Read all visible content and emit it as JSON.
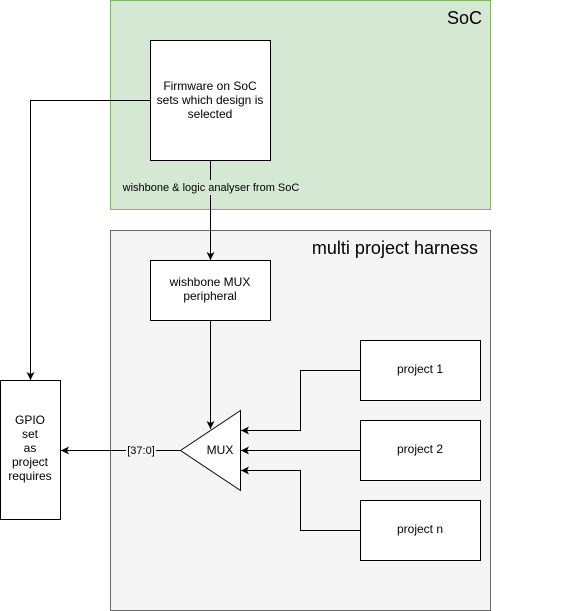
{
  "soc": {
    "title": "SoC",
    "fill": "#d5e8d4",
    "stroke": "#82b366"
  },
  "harness": {
    "title": "multi project harness",
    "fill": "#f5f5f5",
    "stroke": "#666666"
  },
  "firmware": {
    "lines": [
      "Firmware on SoC",
      "sets which design is",
      "selected"
    ]
  },
  "wishbone_label": "wishbone & logic analyser from SoC",
  "wishbone_mux": {
    "lines": [
      "wishbone MUX",
      "peripheral"
    ]
  },
  "mux": {
    "label": "MUX"
  },
  "bus_label": "[37:0]",
  "gpio": {
    "lines": [
      "GPIO",
      "set",
      "as",
      "project",
      "requires"
    ]
  },
  "projects": [
    {
      "label": "project 1"
    },
    {
      "label": "project 2"
    },
    {
      "label": "project n"
    }
  ]
}
